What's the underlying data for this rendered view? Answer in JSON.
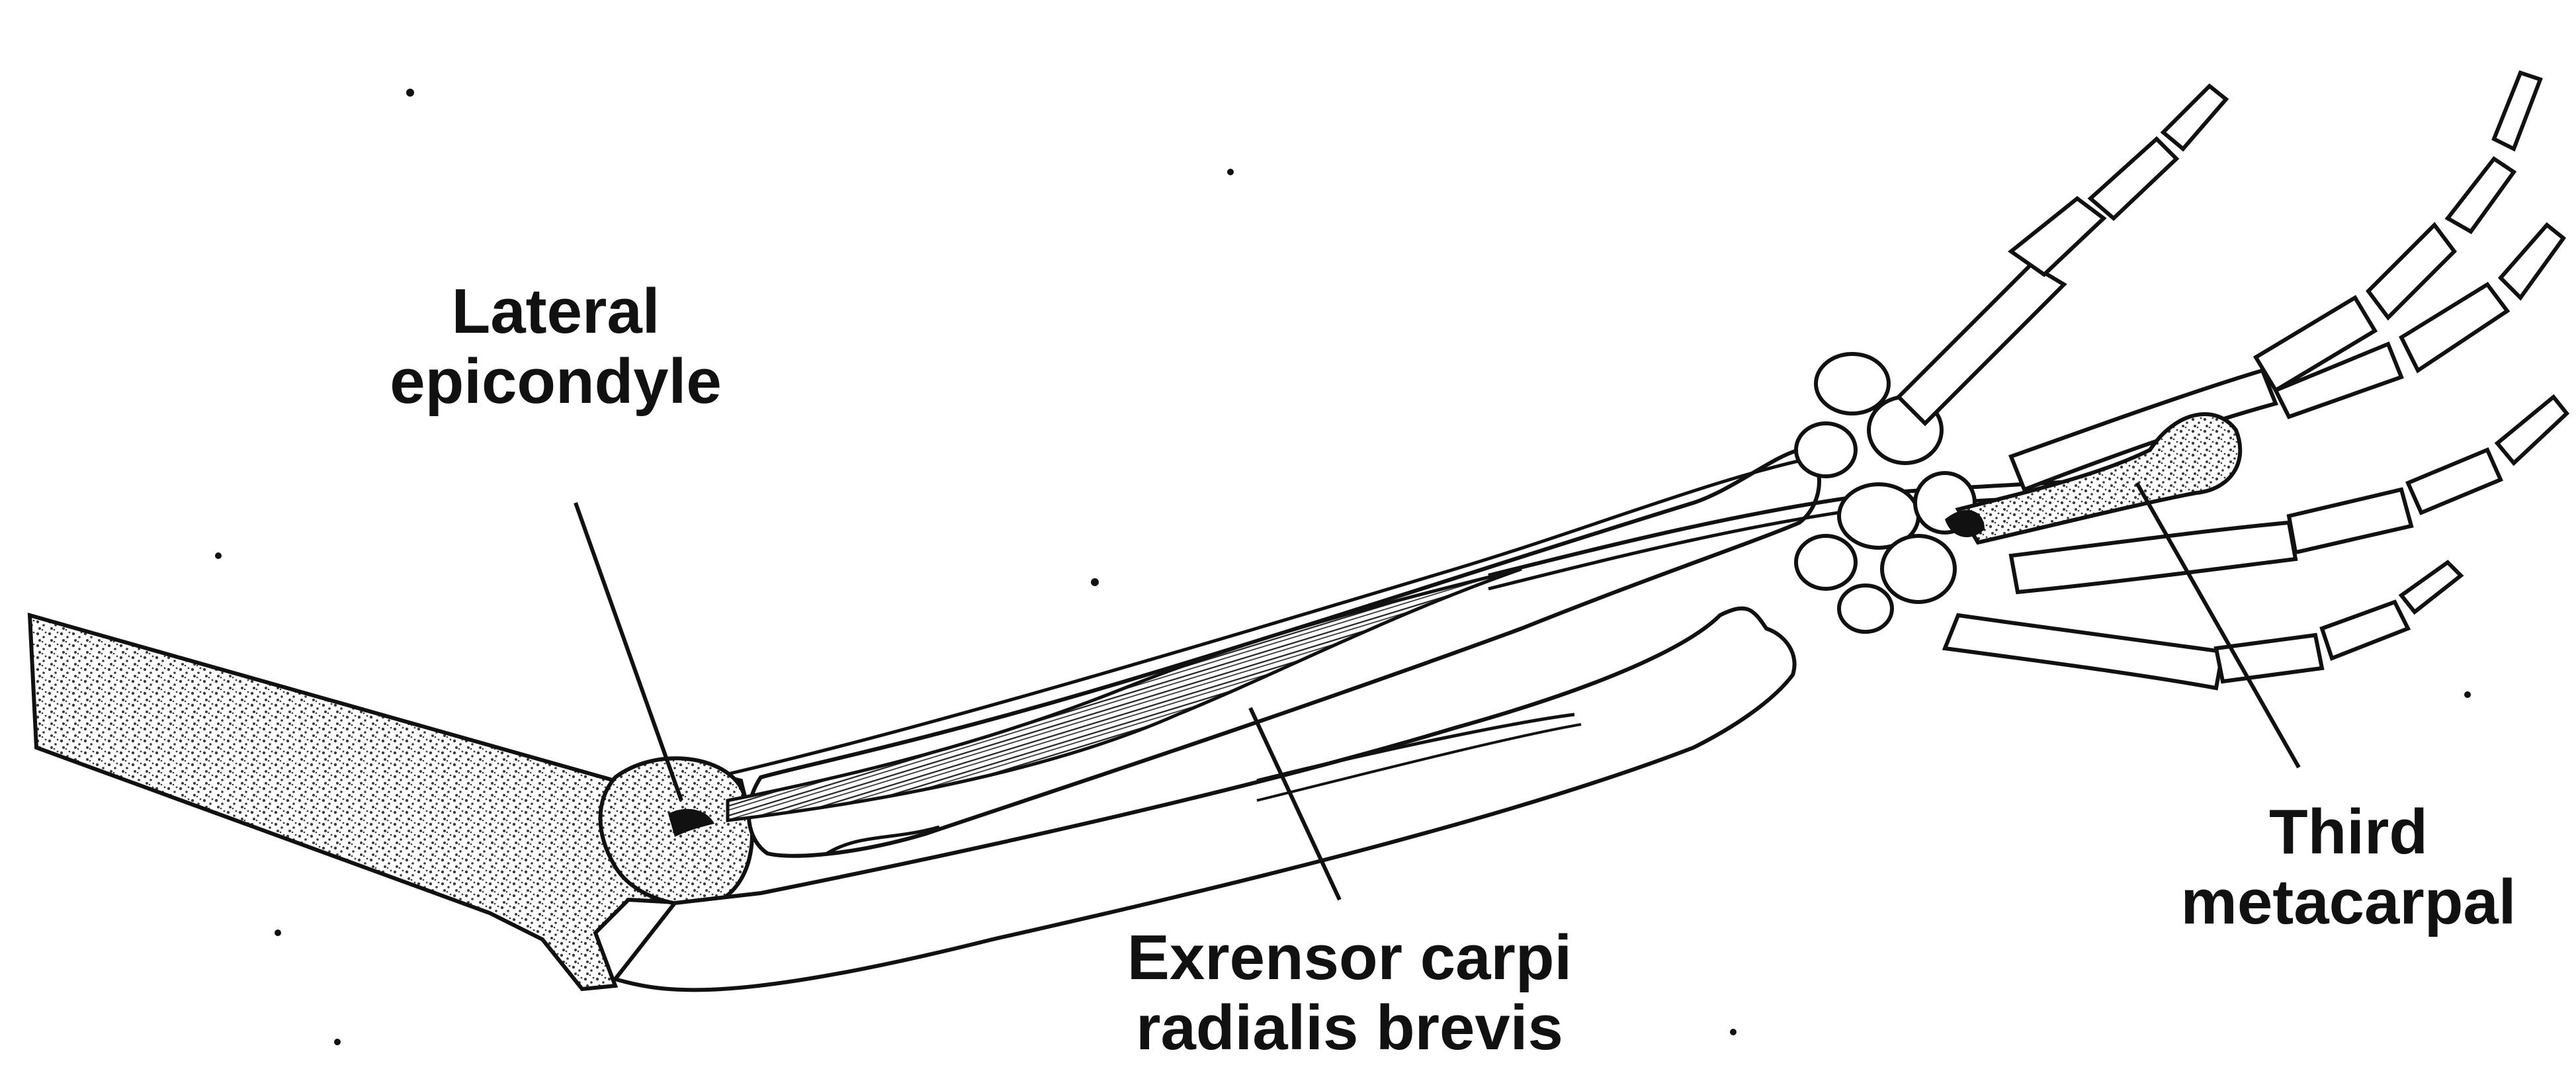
{
  "labels": {
    "lateral_epicondyle": {
      "line1": "Lateral",
      "line2": "epicondyle"
    },
    "extensor_muscle": {
      "line1": "Exrensor carpi",
      "line2": "radialis brevis"
    },
    "third_metacarpal": {
      "line1": "Third",
      "line2": "metacarpal"
    }
  },
  "colors": {
    "ink": "#111111",
    "background": "#ffffff",
    "stipple": "#3a3a3a"
  }
}
